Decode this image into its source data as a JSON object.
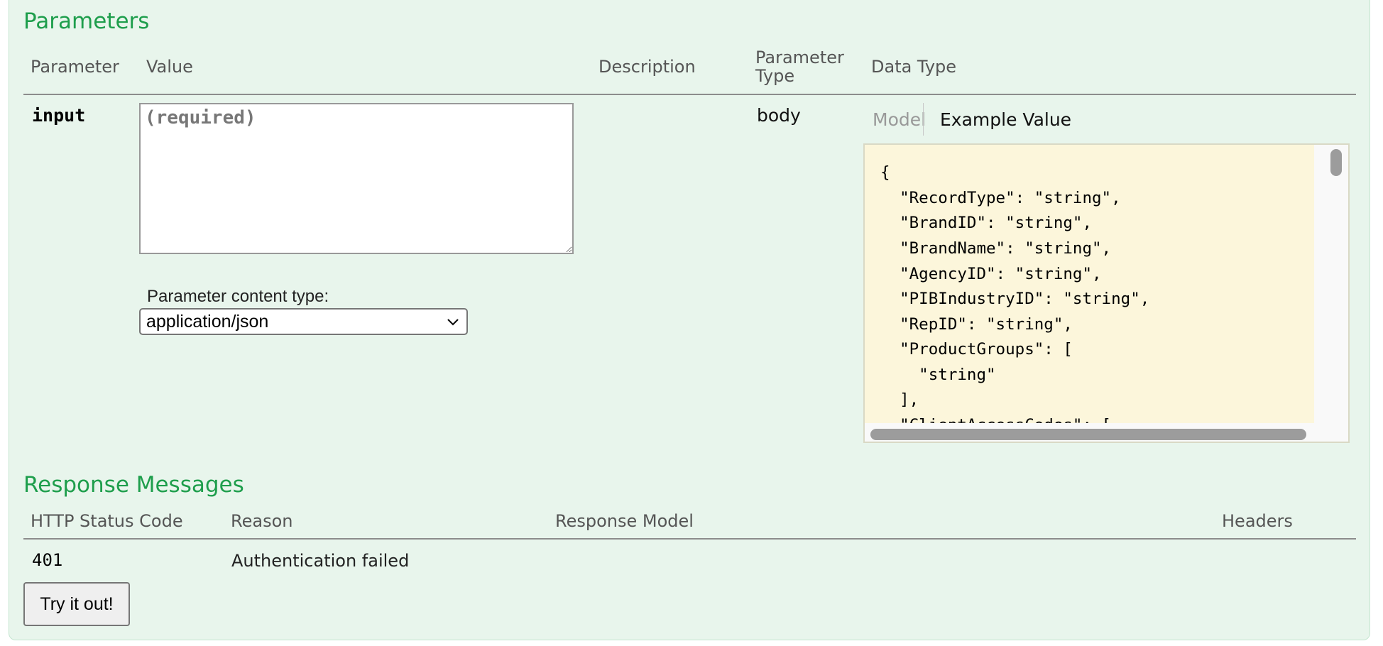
{
  "parameters": {
    "title": "Parameters",
    "headers": {
      "parameter": "Parameter",
      "value": "Value",
      "description": "Description",
      "parameter_type_line1": "Parameter",
      "parameter_type_line2": "Type",
      "data_type": "Data Type"
    },
    "row": {
      "name": "input",
      "value": "",
      "placeholder": "(required)",
      "parameter_type": "body",
      "content_type_label": "Parameter content type:",
      "content_type_selected": "application/json"
    },
    "data_type_tabs": {
      "model": "Model",
      "example": "Example Value"
    },
    "example_lines": [
      "{",
      "  \"RecordType\": \"string\",",
      "  \"BrandID\": \"string\",",
      "  \"BrandName\": \"string\",",
      "  \"AgencyID\": \"string\",",
      "  \"PIBIndustryID\": \"string\",",
      "  \"RepID\": \"string\",",
      "  \"ProductGroups\": [",
      "    \"string\"",
      "  ],",
      "  \"ClientAccessCodes\": ["
    ]
  },
  "responses": {
    "title": "Response Messages",
    "headers": {
      "status": "HTTP Status Code",
      "reason": "Reason",
      "model": "Response Model",
      "headers": "Headers"
    },
    "rows": [
      {
        "status": "401",
        "reason": "Authentication failed"
      }
    ]
  },
  "actions": {
    "try_label": "Try it out!"
  },
  "colors": {
    "accent": "#1e9e4c",
    "panel_bg": "#e8f5ec",
    "code_bg": "#fcf6db"
  }
}
